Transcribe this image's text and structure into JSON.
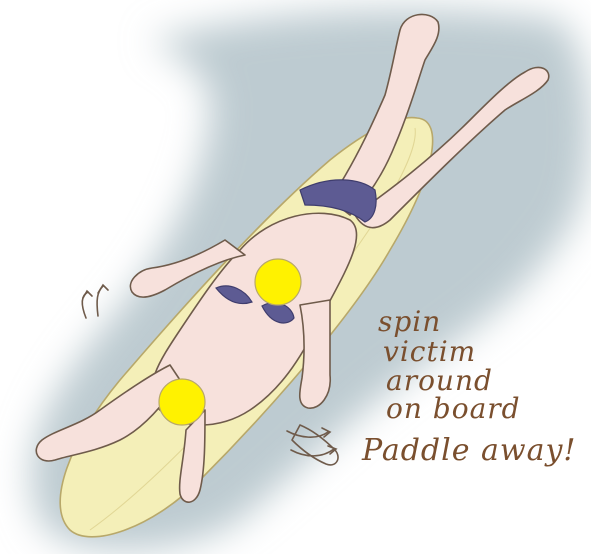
{
  "annotation": {
    "lines": [
      "spin",
      "victim",
      "around",
      "on board",
      "Paddle away!"
    ]
  },
  "colors": {
    "water": "#b9c8cf",
    "board": "#f4efb8",
    "skin": "#f7e1dc",
    "swimsuit": "#5d5b93",
    "highlight": "#fff200",
    "outline": "#6f5b4b",
    "ink": "#7a4f2e"
  }
}
